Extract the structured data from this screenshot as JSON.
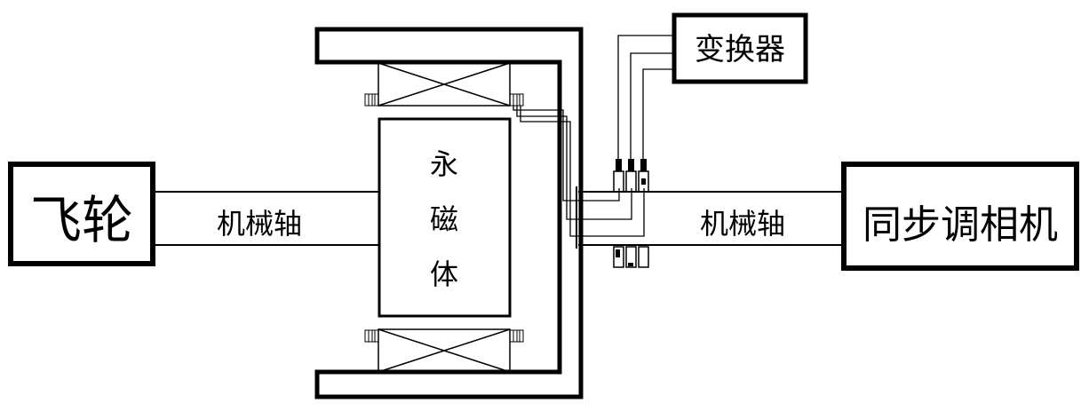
{
  "diagram": {
    "flywheel": {
      "label": "飞轮"
    },
    "left_shaft": {
      "label": "机械轴"
    },
    "permanent_magnet": {
      "chars": [
        "永",
        "磁",
        "体"
      ]
    },
    "right_shaft": {
      "label": "机械轴"
    },
    "synchronous_condenser": {
      "label": "同步调相机"
    },
    "converter": {
      "label": "变换器"
    }
  },
  "colors": {
    "stroke": "#000000",
    "background": "#ffffff"
  }
}
